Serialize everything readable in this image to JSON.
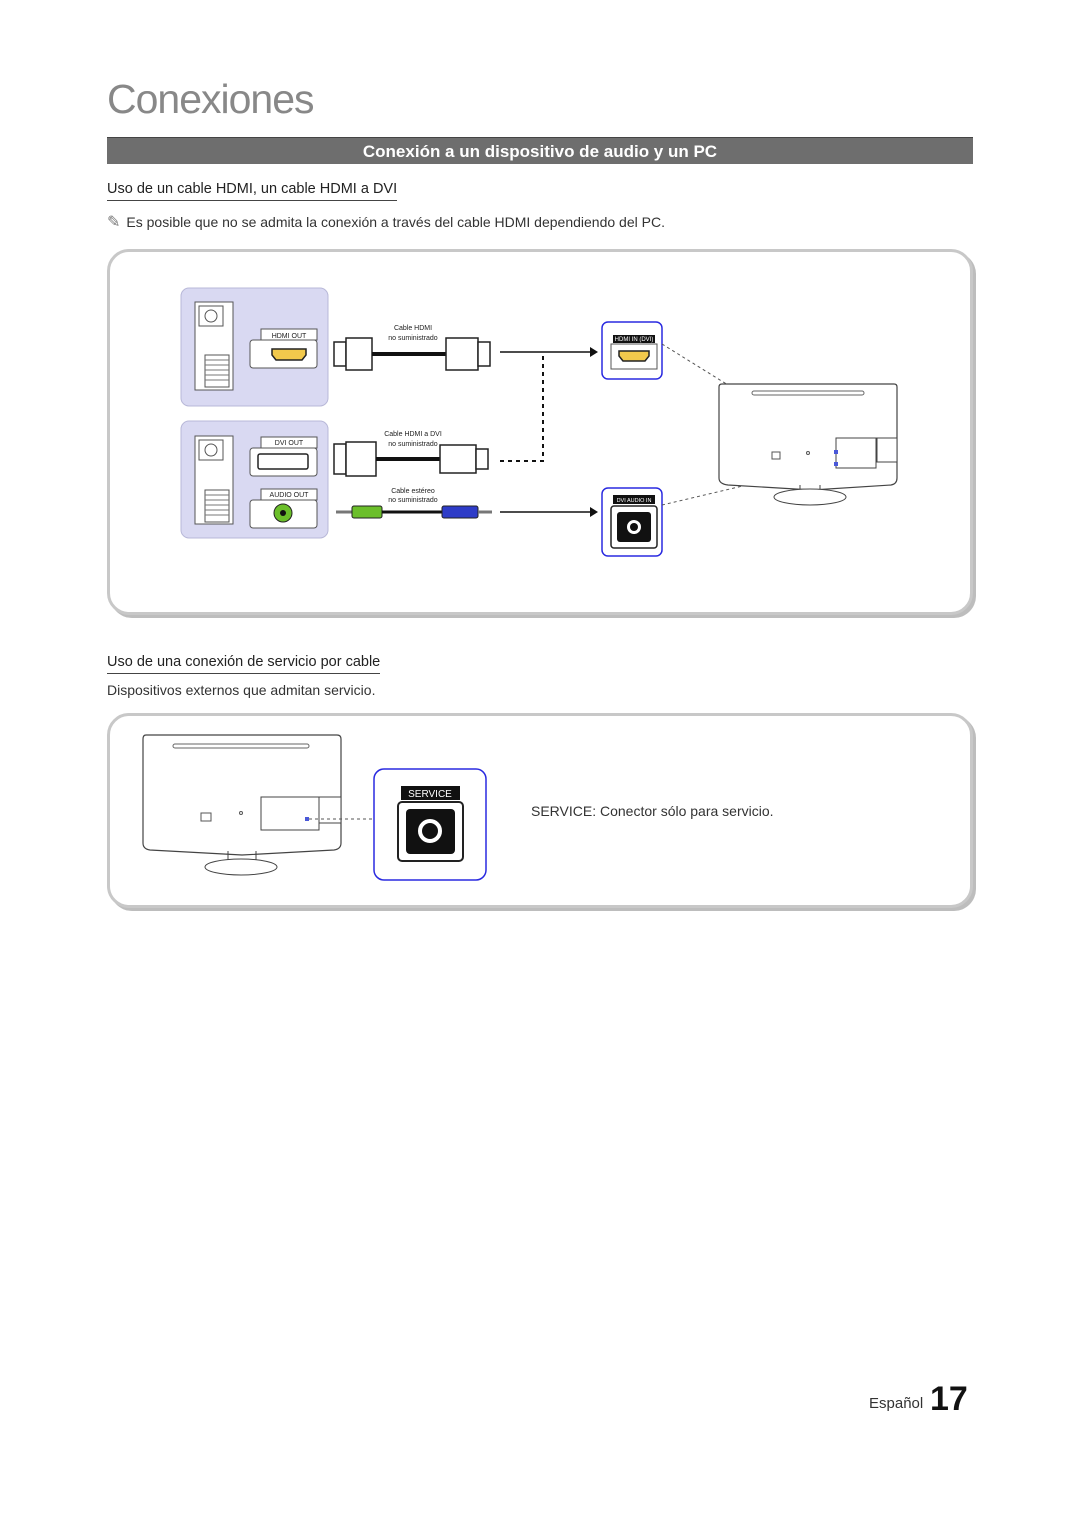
{
  "page": {
    "title": "Conexiones",
    "section_title": "Conexión a un dispositivo de audio y un PC",
    "language": "Español",
    "page_number": "17"
  },
  "hdmi_section": {
    "heading": "Uso de un cable HDMI, un cable HDMI a DVI",
    "note": "Es posible que no se admita la conexión a través del cable HDMI dependiendo del PC.",
    "ports": {
      "hdmi_out": "HDMI OUT",
      "dvi_out": "DVI OUT",
      "audio_out": "AUDIO OUT",
      "hdmi_in_dvi": "HDMI IN (DVI)",
      "dvi_audio_in": "DVI AUDIO IN"
    },
    "cables": {
      "hdmi_line1": "Cable HDMI",
      "hdmi_line2": "no suministrado",
      "hdmi_dvi_line1": "Cable HDMI a DVI",
      "hdmi_dvi_line2": "no suministrado",
      "stereo_line1": "Cable estéreo",
      "stereo_line2": "no suministrado"
    }
  },
  "service_section": {
    "heading": "Uso de una conexión de servicio por cable",
    "text": "Dispositivos externos que admitan servicio.",
    "port_label": "SERVICE",
    "description_bold": "SERVICE",
    "description_rest": ": Conector sólo para servicio."
  },
  "colors": {
    "section_bar": "#6e6e6e",
    "pc_panel": "#d9d9f2",
    "port_outline": "#2a2ae0",
    "audio_green": "#6bbf2a",
    "audio_blue": "#2e3cc8"
  }
}
